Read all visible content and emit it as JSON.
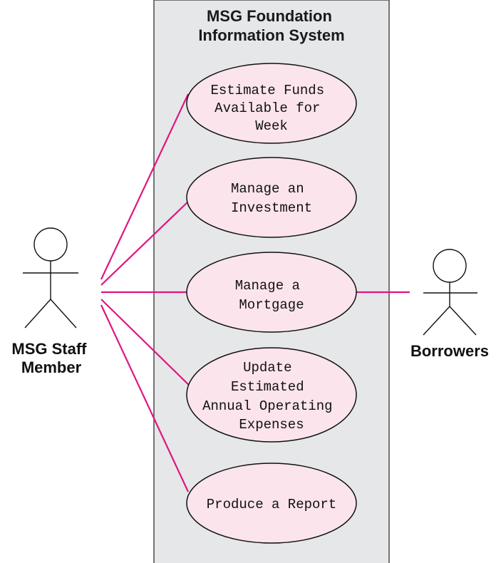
{
  "system": {
    "title_lines": [
      "MSG Foundation",
      "Information System"
    ]
  },
  "actors": {
    "staff": {
      "label_lines": [
        "MSG Staff",
        "Member"
      ]
    },
    "borrowers": {
      "label_lines": [
        "Borrowers"
      ]
    }
  },
  "use_cases": [
    {
      "lines": [
        "Estimate Funds",
        "Available for",
        "Week"
      ]
    },
    {
      "lines": [
        "Manage an",
        "Investment"
      ]
    },
    {
      "lines": [
        "Manage a",
        "Mortgage"
      ]
    },
    {
      "lines": [
        "Update",
        "Estimated",
        "Annual Operating",
        "Expenses"
      ]
    },
    {
      "lines": [
        "Produce a Report"
      ]
    }
  ],
  "colors": {
    "association": "#e0157f",
    "use_case_fill": "#fbe4ec",
    "system_fill": "#e6e7e8"
  }
}
